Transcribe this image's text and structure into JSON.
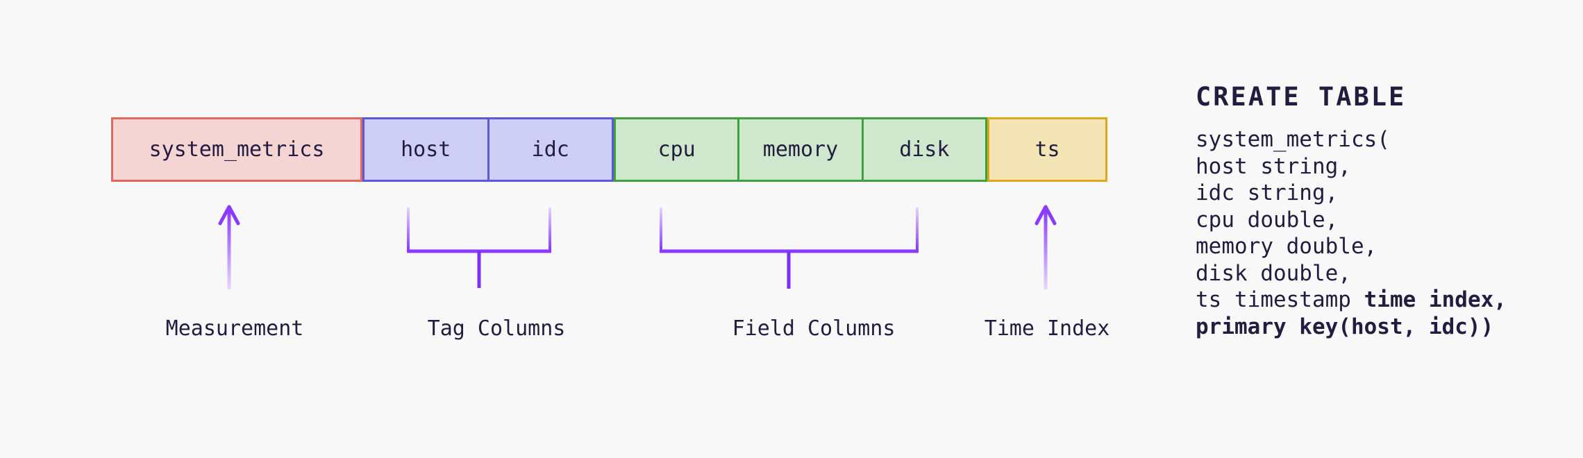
{
  "canvas": {
    "background": "#f8f8f9"
  },
  "colors": {
    "text": "#221c3f",
    "accent": "#8a3bfc",
    "accent_strong": "#7c2ff7",
    "accent_fade": "#e4d5fb",
    "measurement_fill": "#f5d5d4",
    "measurement_border": "#e0695f",
    "tag_fill": "#cdcdf6",
    "tag_border": "#5a5ad9",
    "field_fill": "#cfe8cd",
    "field_border": "#3fa03e",
    "time_fill": "#f3e5b5",
    "time_border": "#e0a819"
  },
  "diagram": {
    "groups": [
      {
        "name": "measurement",
        "fill": "#f5d5d4",
        "border": "#e0695f",
        "cells": [
          "system_metrics"
        ]
      },
      {
        "name": "tag",
        "fill": "#cdcdf6",
        "border": "#5a5ad9",
        "cells": [
          "host",
          "idc"
        ]
      },
      {
        "name": "field",
        "fill": "#cfe8cd",
        "border": "#3fa03e",
        "cells": [
          "cpu",
          "memory",
          "disk"
        ]
      },
      {
        "name": "time",
        "fill": "#f3e5b5",
        "border": "#e0a819",
        "cells": [
          "ts"
        ]
      }
    ],
    "labels": [
      "Measurement",
      "Tag Columns",
      "Field Columns",
      "Time Index"
    ]
  },
  "sql": {
    "heading": "CREATE TABLE",
    "lines": [
      [
        {
          "t": "system_metrics(",
          "b": false
        }
      ],
      [
        {
          "t": "host string,",
          "b": false
        }
      ],
      [
        {
          "t": "idc string,",
          "b": false
        }
      ],
      [
        {
          "t": "cpu double,",
          "b": false
        }
      ],
      [
        {
          "t": "memory double,",
          "b": false
        }
      ],
      [
        {
          "t": "disk double,",
          "b": false
        }
      ],
      [
        {
          "t": "ts timestamp ",
          "b": false
        },
        {
          "t": "time index,",
          "b": true
        }
      ],
      [
        {
          "t": "primary key(host, idc))",
          "b": true
        }
      ]
    ]
  }
}
